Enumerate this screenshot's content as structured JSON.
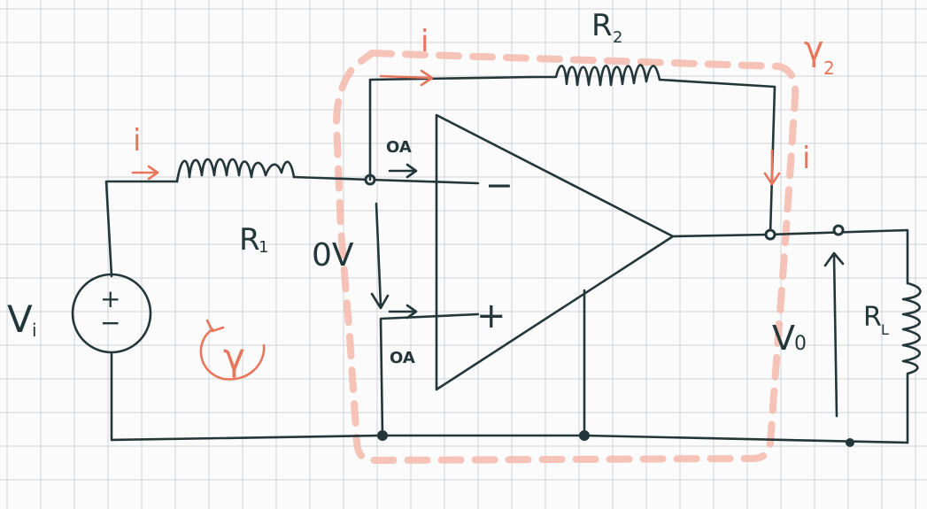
{
  "labels": {
    "source": "V",
    "source_sub": "i",
    "r1": "R",
    "r1_sub": "1",
    "r2": "R",
    "r2_sub": "2",
    "rl": "R",
    "rl_sub": "L",
    "vo": "V",
    "vo_sub": "0",
    "zero_volt": "0V",
    "oa_top": "OA",
    "oa_bottom": "OA",
    "minus": "−",
    "plus": "+",
    "i_left": "i",
    "i_top": "i",
    "i_right": "i",
    "gamma": "γ",
    "gamma2": "γ",
    "gamma2_sub": "2",
    "source_plus": "+",
    "source_minus": "−"
  },
  "colors": {
    "ink": "#23363a",
    "annotation": "#e8765d",
    "dashed_loop": "#f3b8aa",
    "grid": "#cfd3d6"
  }
}
